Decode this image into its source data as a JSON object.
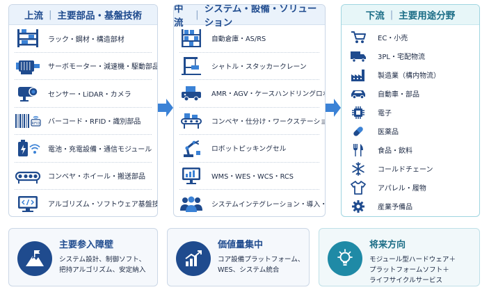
{
  "upstream": {
    "title": "上流",
    "subtitle": "主要部品・基盤技術",
    "items": [
      {
        "label": "ラック・鋼材・構造部材",
        "icon": "rack-icon"
      },
      {
        "label": "サーボモーター・減速機・駆動部品",
        "icon": "motor-icon"
      },
      {
        "label": "センサー・LiDAR・カメラ",
        "icon": "camera-icon"
      },
      {
        "label": "バーコード・RFID・識別部品",
        "icon": "barcode-icon",
        "tag": "RFID"
      },
      {
        "label": "電池・充電設備・通信モジュール",
        "icon": "battery-icon"
      },
      {
        "label": "コンベヤ・ホイール・搬送部品",
        "icon": "conveyor-icon"
      },
      {
        "label": "アルゴリズム・ソフトウェア基盤技術",
        "icon": "code-monitor-icon"
      }
    ]
  },
  "midstream": {
    "title": "中流",
    "subtitle": "システム・設備・ソリューション",
    "items": [
      {
        "label": "自動倉庫・AS/RS",
        "icon": "warehouse-shelf-icon"
      },
      {
        "label": "シャトル・スタッカークレーン",
        "icon": "stacker-crane-icon"
      },
      {
        "label": "AMR・AGV・ケースハンドリングロボット",
        "icon": "agv-icon"
      },
      {
        "label": "コンベヤ・仕分け・ワークステーション",
        "icon": "sorting-conveyor-icon"
      },
      {
        "label": "ロボットピッキングセル",
        "icon": "robot-arm-icon"
      },
      {
        "label": "WMS・WES・WCS・RCS",
        "icon": "dashboard-monitor-icon"
      },
      {
        "label": "システムインテグレーション・導入・保守",
        "icon": "team-icon"
      }
    ]
  },
  "downstream": {
    "title": "下流",
    "subtitle": "主要用途分野",
    "items": [
      {
        "label": "EC・小売",
        "icon": "cart-icon"
      },
      {
        "label": "3PL・宅配物流",
        "icon": "truck-icon"
      },
      {
        "label": "製造業（構内物流）",
        "icon": "factory-icon"
      },
      {
        "label": "自動車・部品",
        "icon": "car-icon"
      },
      {
        "label": "電子",
        "icon": "chip-icon"
      },
      {
        "label": "医薬品",
        "icon": "capsule-icon"
      },
      {
        "label": "食品・飲料",
        "icon": "utensils-icon"
      },
      {
        "label": "コールドチェーン",
        "icon": "snowflake-icon"
      },
      {
        "label": "アパレル・履物",
        "icon": "tshirt-icon"
      },
      {
        "label": "産業予備品",
        "icon": "gear-icon"
      }
    ]
  },
  "cards": [
    {
      "title": "主要参入障壁",
      "lines": [
        "システム設計、制御ソフト、",
        "把持アルゴリズム、安定納入"
      ],
      "icon": "mountain-flag-icon"
    },
    {
      "title": "価値量集中",
      "lines": [
        "コア設備プラットフォーム、",
        "WES、システム統合"
      ],
      "icon": "growth-chart-icon"
    },
    {
      "title": "将来方向",
      "lines": [
        "モジュール型ハードウェア＋",
        "プラットフォームソフト＋",
        "ライフサイクルサービス"
      ],
      "icon": "lightbulb-icon"
    }
  ],
  "colors": {
    "navy": "#1f4b8e",
    "teal": "#1f8aa6",
    "arrow": "#3b82d6"
  }
}
